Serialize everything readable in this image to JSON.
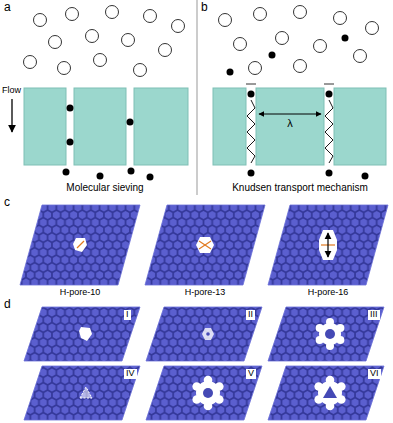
{
  "diagram": {
    "labels": [
      "a",
      "Flow",
      "Molecular sieving",
      "b",
      "λ",
      "Knudsen transport mechanism",
      "c",
      "H-pore-10",
      "H-pore-13",
      "H-pore-16",
      "d",
      "I",
      "II",
      "III",
      "IV",
      "V",
      "VI"
    ]
  }
}
